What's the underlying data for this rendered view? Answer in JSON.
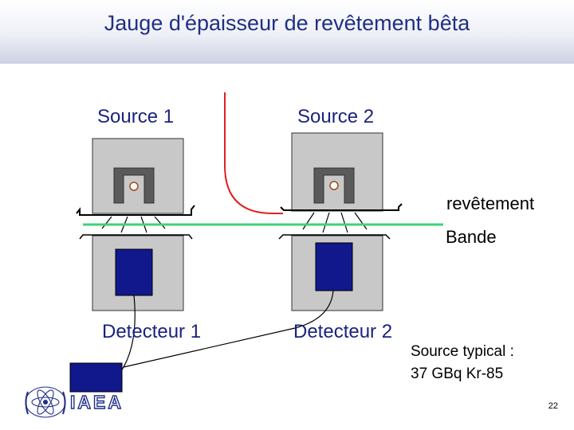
{
  "title": "Jauge d'épaisseur de revêtement bêta",
  "labels": {
    "source1": "Source 1",
    "source2": "Source 2",
    "detector1": "Detecteur 1",
    "detector2": "Detecteur 2",
    "coating": "revêtement",
    "strip": "Bande"
  },
  "note": {
    "line1": "Source typical :",
    "line2": "37 GBq Kr-85"
  },
  "logo": {
    "text": "IAEA",
    "icon": "iaea-atom-icon"
  },
  "page_number": "22",
  "colors": {
    "title": "#1f2f86",
    "coating_line": "#e02020",
    "strip_line": "#3dd27a",
    "detector": "#10188c",
    "housing": "#c8c8c8"
  }
}
